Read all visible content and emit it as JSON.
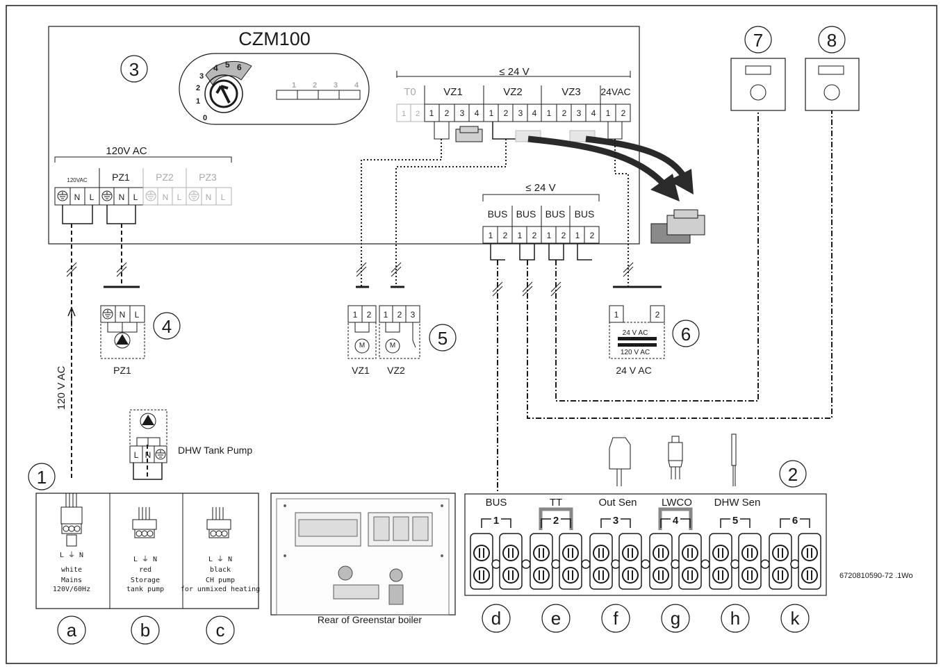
{
  "controller": {
    "title": "CZM100",
    "switch_ticks": [
      "3",
      "2",
      "1",
      "0"
    ],
    "switch_highlight": [
      "4",
      "5",
      "6"
    ],
    "dip_labels": [
      "1",
      "2",
      "3",
      "4"
    ],
    "low_voltage_label": "≤ 24 V",
    "mains_label": "120V AC",
    "zone_headers": [
      "T0",
      "VZ1",
      "VZ2",
      "VZ3",
      "24VAC"
    ],
    "mains_headers": [
      "120VAC",
      "PZ1",
      "PZ2",
      "PZ3"
    ],
    "terminal_pins": {
      "t0": [
        "1",
        "2"
      ],
      "vz": [
        "1",
        "2",
        "3",
        "4"
      ],
      "ac24": [
        "1",
        "2"
      ]
    },
    "mains_pins": [
      "N",
      "L"
    ],
    "bus_label": "≤ 24 V",
    "bus_headers": [
      "BUS",
      "BUS",
      "BUS",
      "BUS"
    ],
    "bus_pins": [
      "1",
      "2"
    ]
  },
  "callouts": [
    "1",
    "2",
    "3",
    "4",
    "5",
    "6",
    "7",
    "8"
  ],
  "components": {
    "pz1_label": "PZ1",
    "pz1_pins": [
      "N",
      "L"
    ],
    "vz1_label": "VZ1",
    "vz2_label": "VZ2",
    "vz1_pins": [
      "1",
      "2"
    ],
    "vz2_pins": [
      "1",
      "2",
      "3"
    ],
    "motor": "M",
    "transformer_label": "24 V AC",
    "transformer_pins": [
      "1",
      "2"
    ],
    "transformer_upper": "24 V AC",
    "transformer_lower": "120 V AC",
    "dhw_pump_label": "DHW Tank Pump",
    "dhw_pins": [
      "L",
      "N"
    ],
    "mains_vertical": "120 V AC"
  },
  "plugs": [
    {
      "pins": "L ⏚ N",
      "color": "white",
      "line1": "Mains",
      "line2": "120V/60Hz"
    },
    {
      "pins": "L ⏚ N",
      "color": "red",
      "line1": "Storage",
      "line2": "tank pump"
    },
    {
      "pins": "L ⏚ N",
      "color": "black",
      "line1": "CH pump",
      "line2": "for unmixed heating"
    }
  ],
  "letters_left": [
    "a",
    "b",
    "c"
  ],
  "boiler_label": "Rear of Greenstar boiler",
  "terminal_strip": {
    "headers": [
      "BUS",
      "TT",
      "Out Sen",
      "LWCO",
      "DHW Sen"
    ],
    "numbers": [
      "1",
      "2",
      "3",
      "4",
      "5",
      "6"
    ]
  },
  "letters_right": [
    "d",
    "e",
    "f",
    "g",
    "h",
    "k"
  ],
  "figure_code": "6720810590-72 .1Wo"
}
